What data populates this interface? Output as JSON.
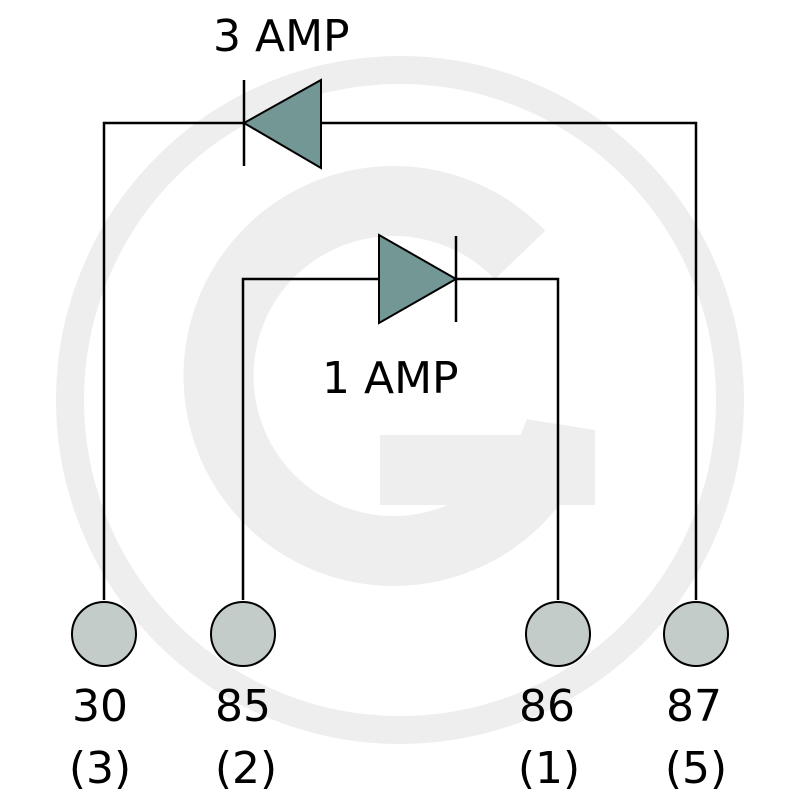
{
  "colors": {
    "wire": "#000000",
    "diode_fill": "#739795",
    "terminal_fill": "#c4ccc9",
    "watermark": "#eeeeee",
    "text": "#000000"
  },
  "watermark": {
    "icon": "g-logo-watermark"
  },
  "diodes": {
    "top": {
      "rating": "3 AMP",
      "direction": "right-to-left"
    },
    "middle": {
      "rating": "1 AMP",
      "direction": "left-to-right"
    }
  },
  "terminals": [
    {
      "pin": "30",
      "number": "(3)"
    },
    {
      "pin": "85",
      "number": "(2)"
    },
    {
      "pin": "86",
      "number": "(1)"
    },
    {
      "pin": "87",
      "number": "(5)"
    }
  ]
}
